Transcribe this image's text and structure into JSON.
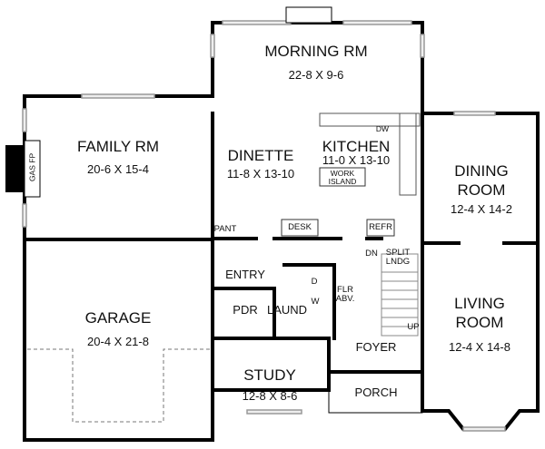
{
  "plan": {
    "rooms": [
      {
        "id": "morning-rm",
        "name": "MORNING RM",
        "dims": "22-8 X 9-6"
      },
      {
        "id": "family-rm",
        "name": "FAMILY RM",
        "dims": "20-6 X 15-4"
      },
      {
        "id": "dinette",
        "name": "DINETTE",
        "dims": "11-8 X 13-10"
      },
      {
        "id": "kitchen",
        "name": "KITCHEN",
        "dims": "11-0 X 13-10"
      },
      {
        "id": "dining-room",
        "name": "DINING ROOM",
        "name_l1": "DINING",
        "name_l2": "ROOM",
        "dims": "12-4 X 14-2"
      },
      {
        "id": "garage",
        "name": "GARAGE",
        "dims": "20-4 X 21-8"
      },
      {
        "id": "living-room",
        "name": "LIVING ROOM",
        "name_l1": "LIVING",
        "name_l2": "ROOM",
        "dims": "12-4 X 14-8"
      },
      {
        "id": "study",
        "name": "STUDY",
        "dims": "12-8 X 8-6"
      }
    ],
    "small_labels": {
      "gas_fp": "GAS FP",
      "work_island_l1": "WORK",
      "work_island_l2": "ISLAND",
      "dw": "DW",
      "pant": "PANT",
      "desk": "DESK",
      "refr": "REFR",
      "entry": "ENTRY",
      "pdr": "PDR",
      "laund": "LAUND",
      "d": "D",
      "w": "W",
      "dn": "DN",
      "split_l1": "SPLIT",
      "split_l2": "LNDG",
      "flr_l1": "FLR",
      "flr_l2": "ABV.",
      "up": "UP",
      "foyer": "FOYER",
      "porch": "PORCH"
    },
    "colors": {
      "wall": "#000000",
      "window": "#bbbbbb",
      "dashed": "#666666",
      "background": "#ffffff"
    }
  }
}
